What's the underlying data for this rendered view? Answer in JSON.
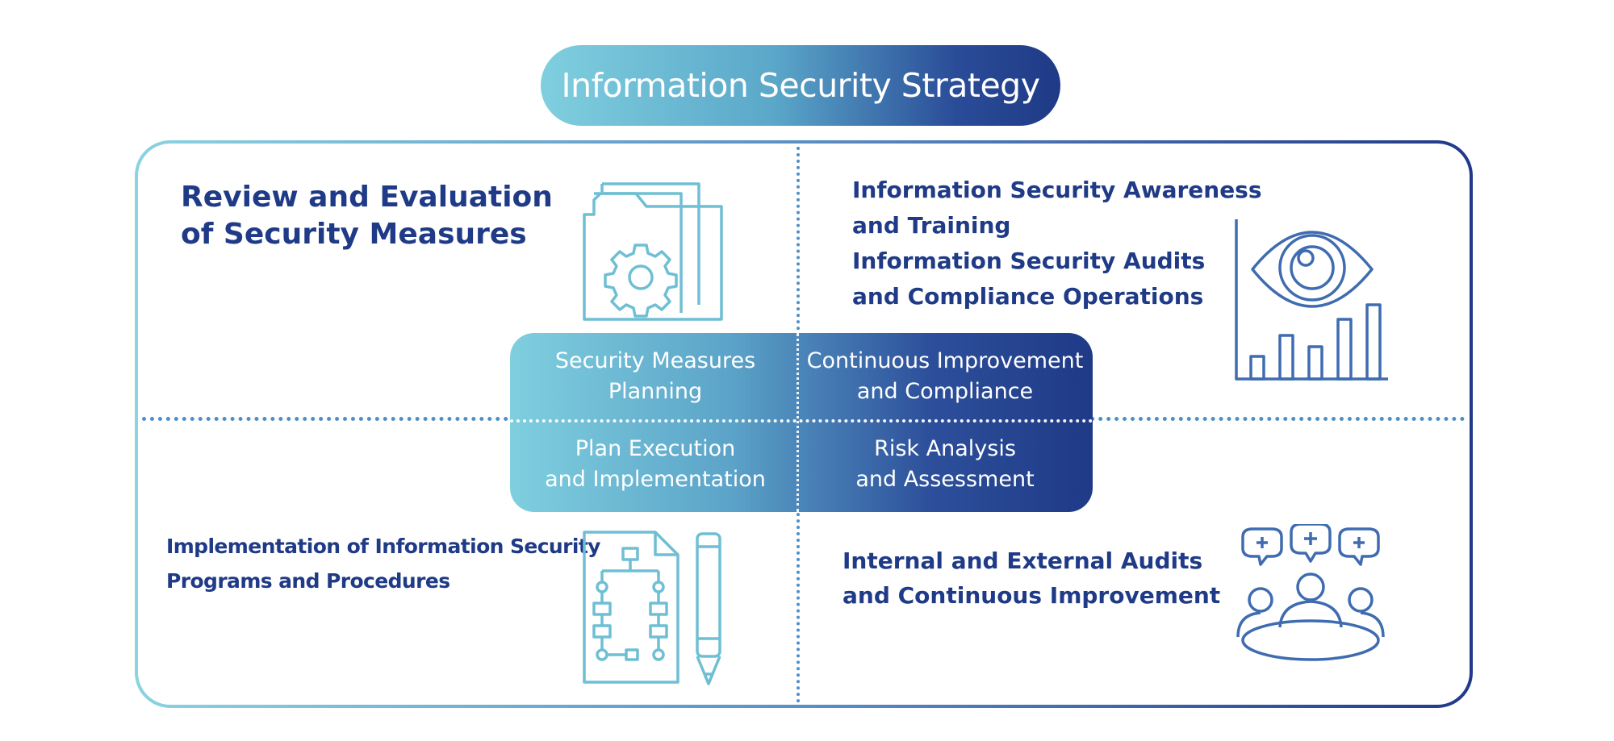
{
  "title": "Information Security Strategy",
  "quadrants": {
    "top_left": {
      "lines": [
        "Review and Evaluation",
        "of Security Measures"
      ],
      "icon": "folder-gear-icon"
    },
    "top_right": {
      "lines": [
        "Information Security Awareness",
        "and Training",
        "Information Security Audits",
        "and Compliance Operations"
      ],
      "icon": "eye-chart-icon"
    },
    "bottom_left": {
      "lines": [
        "Implementation of Information Security",
        "Programs and Procedures"
      ],
      "icon": "flowchart-pencil-icon"
    },
    "bottom_right": {
      "lines": [
        "Internal and External Audits",
        "and Continuous Improvement"
      ],
      "icon": "team-meeting-icon"
    }
  },
  "center": {
    "top_left": [
      "Security Measures",
      "Planning"
    ],
    "top_right": [
      "Continuous Improvement",
      "and Compliance"
    ],
    "bottom_left": [
      "Plan Execution",
      "and Implementation"
    ],
    "bottom_right": [
      "Risk Analysis",
      "and Assessment"
    ]
  },
  "colors": {
    "navy": "#1f3a86",
    "teal": "#7fcfdf",
    "blue": "#4f8fc5"
  }
}
